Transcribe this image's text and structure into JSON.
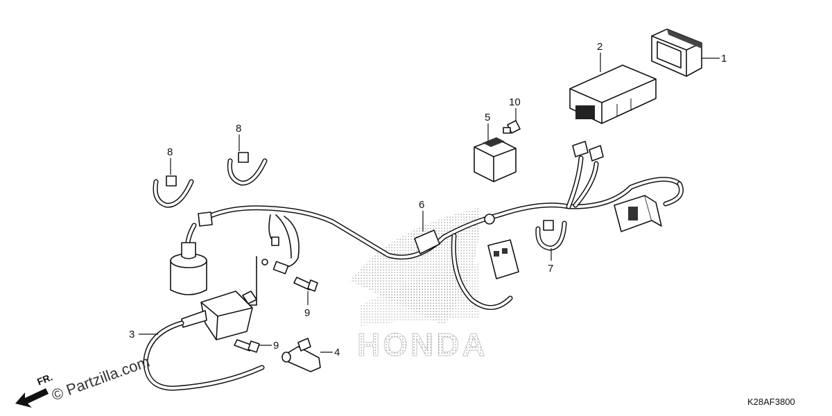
{
  "callouts": {
    "c1": "1",
    "c2": "2",
    "c3": "3",
    "c4": "4",
    "c5": "5",
    "c6": "6",
    "c7": "7",
    "c8a": "8",
    "c8b": "8",
    "c9a": "9",
    "c9b": "9",
    "c10": "10"
  },
  "watermark": {
    "brand_text": "HONDA",
    "site_text": "© Partzilla.com"
  },
  "direction_label": "FR.",
  "diagram_code": "K28AF3800"
}
